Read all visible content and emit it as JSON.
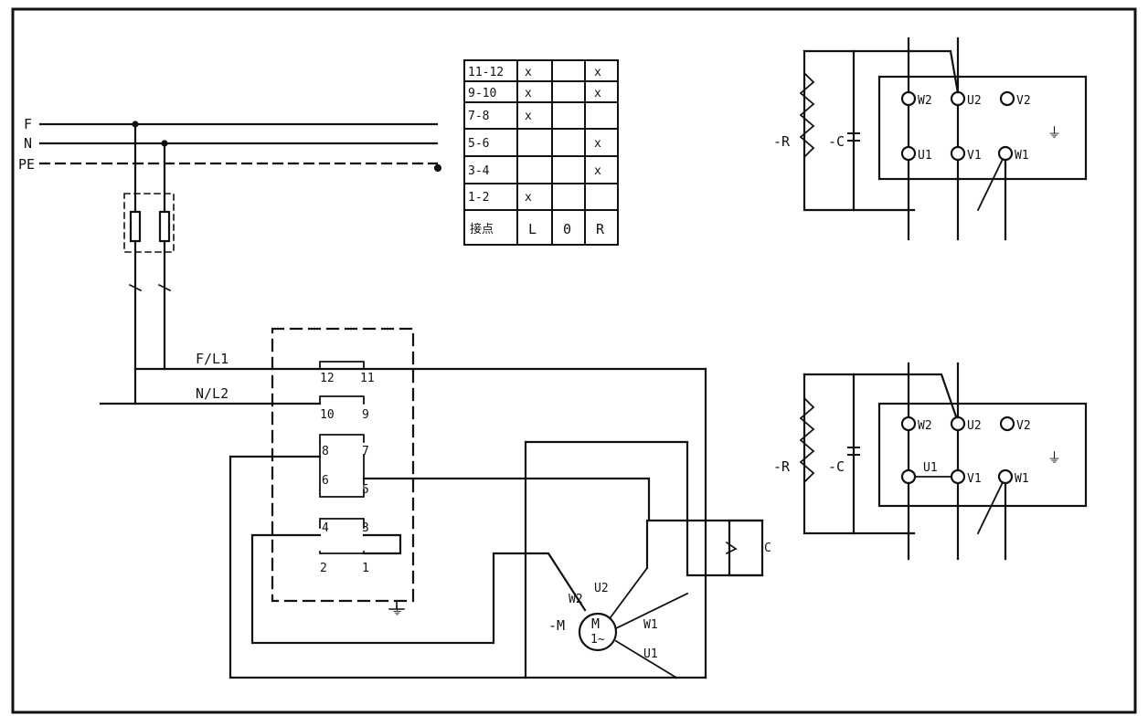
{
  "colors": {
    "line": "#111111",
    "background": "#ffffff"
  },
  "bus": {
    "f": "F",
    "n": "N",
    "pe": "PE",
    "f_l1": "F/L1",
    "n_l2": "N/L2"
  },
  "switch": {
    "terminals": [
      "12",
      "11",
      "10",
      "9",
      "8",
      "7",
      "6",
      "5",
      "4",
      "3",
      "2",
      "1"
    ]
  },
  "table": {
    "rows": [
      {
        "contacts": "11-12",
        "l": "x",
        "o": "",
        "r": "x"
      },
      {
        "contacts": "9-10",
        "l": "x",
        "o": "",
        "r": "x"
      },
      {
        "contacts": "7-8",
        "l": "x",
        "o": "",
        "r": ""
      },
      {
        "contacts": "5-6",
        "l": "",
        "o": "",
        "r": "x"
      },
      {
        "contacts": "3-4",
        "l": "",
        "o": "",
        "r": "x"
      },
      {
        "contacts": "1-2",
        "l": "x",
        "o": "",
        "r": ""
      }
    ],
    "header": {
      "contacts": "接点",
      "l": "L",
      "o": "0",
      "r": "R"
    }
  },
  "motor": {
    "tag": "-M",
    "symbol": "M",
    "phase": "1~",
    "w2": "W2",
    "u2": "U2",
    "w1": "W1",
    "u1": "U1"
  },
  "capacitor": {
    "tag": "-C",
    "label": "C"
  },
  "detail_top": {
    "r_tag": "-R",
    "c_tag": "-C",
    "w2": "W2",
    "u2": "U2",
    "v2": "V2",
    "u1": "U1",
    "v1": "V1",
    "w1": "W1"
  },
  "detail_bottom": {
    "r_tag": "-R",
    "c_tag": "-C",
    "w2": "W2",
    "u2": "U2",
    "v2": "V2",
    "u1": "U1",
    "v1": "V1",
    "w1": "W1"
  },
  "ground_symbol": "⏚"
}
